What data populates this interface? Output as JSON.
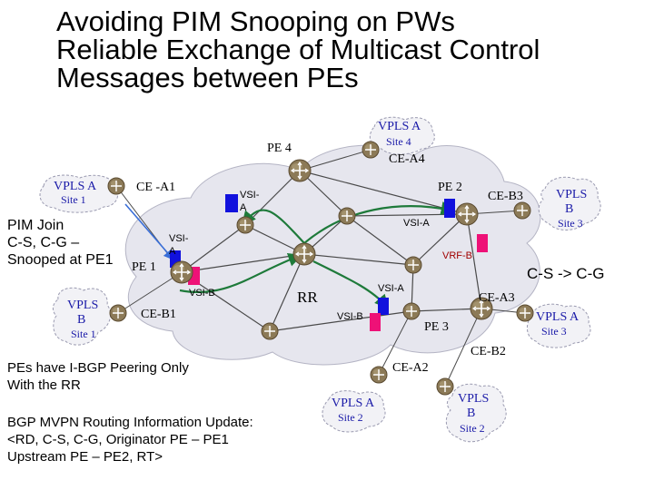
{
  "title": {
    "line1": "Avoiding PIM Snooping on PWs",
    "line2": "Reliable Exchange of Multicast Control",
    "line3": "Messages between PEs"
  },
  "labels": {
    "pe1": "PE 1",
    "pe2": "PE 2",
    "pe3": "PE 3",
    "pe4": "PE 4",
    "rr": "RR",
    "ce_a1": "CE -A1",
    "ce_a2": "CE-A2",
    "ce_a3": "CE-A3",
    "ce_a4": "CE-A4",
    "ce_b1": "CE-B1",
    "ce_b2": "CE-B2",
    "ce_b3": "CE-B3",
    "vsi_a_pe4_l1": "VSI-",
    "vsi_a_pe4_l2": "A",
    "vsi_a_pe1_l1": "VSI-",
    "vsi_a_pe1_l2": "A",
    "vsi_a_pe2": "VSI-A",
    "vsi_a_pe3": "VSI-A",
    "vsi_b_pe1": "VSI-B",
    "vsi_b_pe3": "VSI-B",
    "vrf_b": "VRF-B"
  },
  "sites": {
    "vpls_a_site1": {
      "line1": "VPLS A",
      "line2": "Site 1"
    },
    "vpls_b_site1": {
      "line1": "VPLS",
      "line2": "B",
      "line3": "Site 1"
    },
    "vpls_a_site4": {
      "line1": "VPLS A",
      "line2": "Site 4"
    },
    "vpls_b_site3": {
      "line1": "VPLS",
      "line2": "B",
      "line3": "Site 3"
    },
    "vpls_a_site3": {
      "line1": "VPLS A",
      "line2": "Site 3"
    },
    "vpls_a_site2": {
      "line1": "VPLS A",
      "line2": "Site 2"
    },
    "vpls_b_site2": {
      "line1": "VPLS",
      "line2": "B",
      "line3": "Site 2"
    }
  },
  "notes": {
    "pim_join": [
      "PIM Join",
      "C-S, C-G –",
      "Snooped at PE1"
    ],
    "cs_cg": "C-S -> C-G",
    "ibgp": [
      "PEs have I-BGP Peering Only",
      "With the RR"
    ],
    "bgp_update": [
      "BGP MVPN Routing Information Update:",
      "<RD, C-S, C-G, Originator PE – PE1",
      "Upstream PE – PE2, RT>"
    ]
  },
  "colors": {
    "cloud_fill": "#e6e6ee",
    "router_fill": "#8c7a57",
    "vsi_a": "#1111dd",
    "vsi_b": "#ee1177",
    "link_green": "#1e7a3a",
    "join_arrow": "#3a6fd8",
    "site_text": "#1a1aa8",
    "vrf_text": "#a00000"
  }
}
